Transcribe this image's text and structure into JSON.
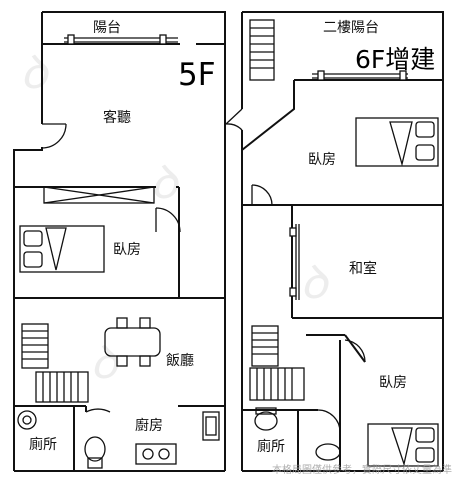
{
  "floor5": {
    "floor_label": "5F",
    "rooms": {
      "balcony": "陽台",
      "living_room": "客聽",
      "bedroom": "臥房",
      "dining_room": "飯廳",
      "kitchen": "廚房",
      "toilet": "廁所"
    }
  },
  "floor6": {
    "floor_label": "6F增建",
    "rooms": {
      "balcony": "二樓陽台",
      "bedroom_upper": "臥房",
      "japanese_room": "和室",
      "bedroom_lower": "臥房",
      "toilet": "廁所"
    }
  },
  "watermark": "本格局圖僅供參考，實際尺寸依丈量為準"
}
